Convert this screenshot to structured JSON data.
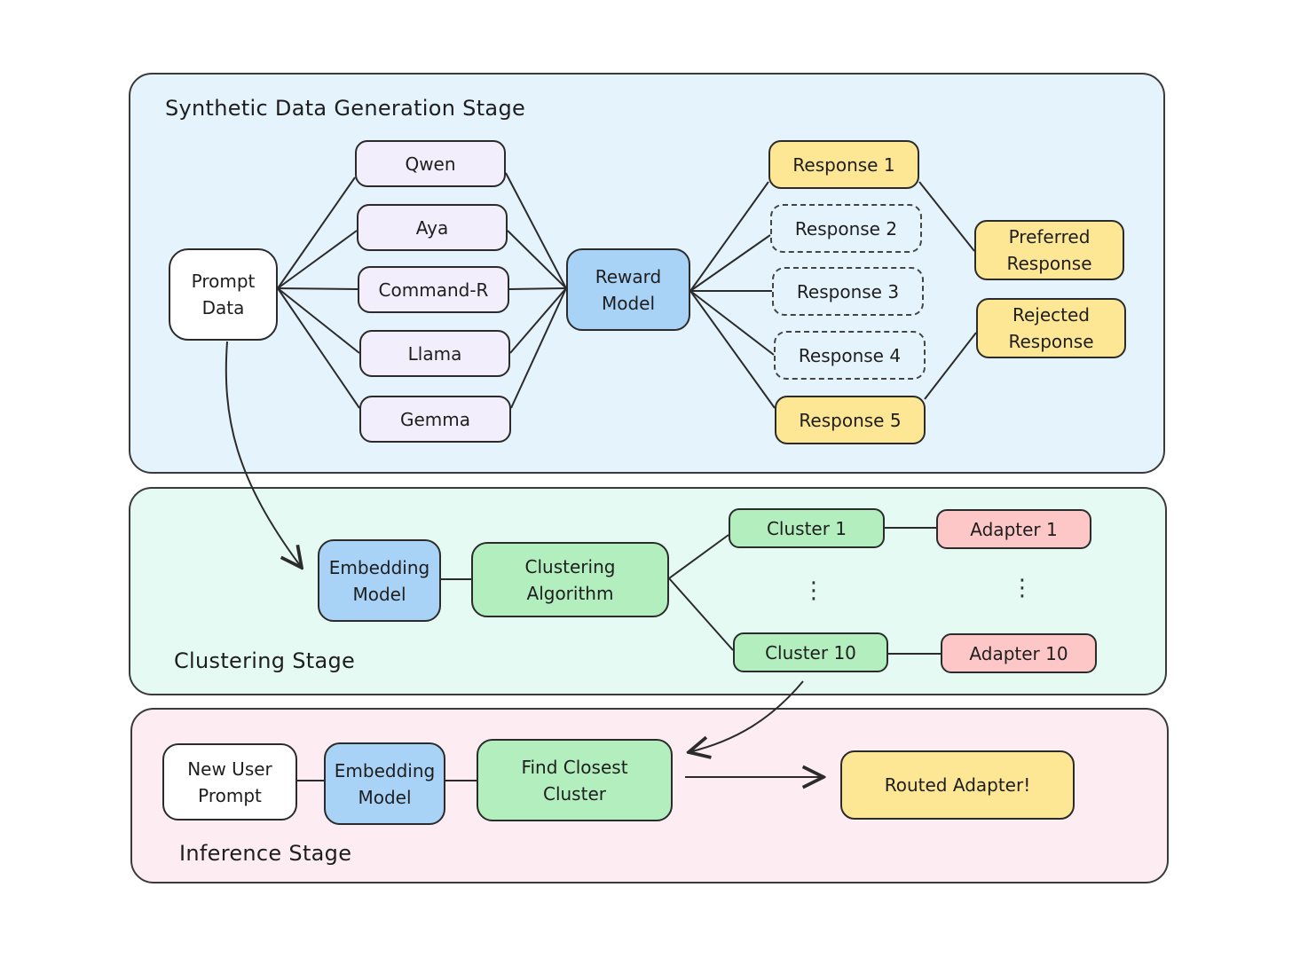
{
  "colors": {
    "synthetic_stage_bg": "#e5f3fd",
    "clustering_stage_bg": "#e5faf3",
    "inference_stage_bg": "#fdedf2",
    "prompt_node": "#ffffff",
    "llm_node": "#f3eefb",
    "model_node": "#a8d3f7",
    "response_node": "#fde694",
    "cluster_node": "#b3eebe",
    "adapter_node": "#fec7c7",
    "stroke": "#2b2b2b"
  },
  "stages": {
    "synthetic": {
      "title": "Synthetic Data Generation Stage",
      "prompt_data": "Prompt\nData",
      "llms": [
        "Qwen",
        "Aya",
        "Command-R",
        "Llama",
        "Gemma"
      ],
      "reward_model": "Reward\nModel",
      "responses": [
        {
          "label": "Response 1",
          "selected": true
        },
        {
          "label": "Response 2",
          "selected": false
        },
        {
          "label": "Response 3",
          "selected": false
        },
        {
          "label": "Response 4",
          "selected": false
        },
        {
          "label": "Response 5",
          "selected": true
        }
      ],
      "preferred": "Preferred\nResponse",
      "rejected": "Rejected\nResponse"
    },
    "clustering": {
      "title": "Clustering Stage",
      "embedding_model": "Embedding\nModel",
      "clustering_algorithm": "Clustering\nAlgorithm",
      "cluster_first": "Cluster 1",
      "cluster_last": "Cluster 10",
      "adapter_first": "Adapter 1",
      "adapter_last": "Adapter 10",
      "ellipsis": "⋮"
    },
    "inference": {
      "title": "Inference Stage",
      "new_user_prompt": "New User\nPrompt",
      "embedding_model": "Embedding\nModel",
      "find_closest_cluster": "Find Closest\nCluster",
      "routed_adapter": "Routed Adapter!"
    }
  }
}
